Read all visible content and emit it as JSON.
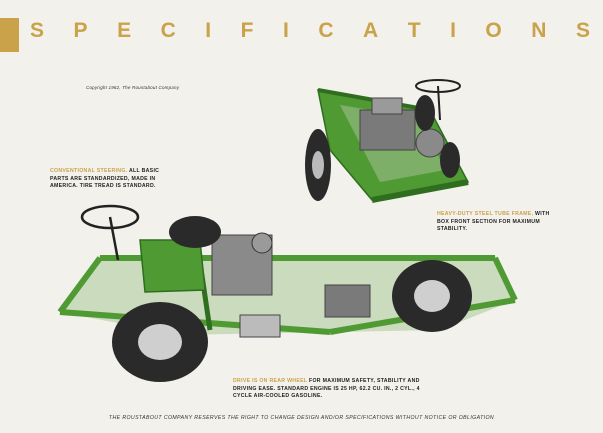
{
  "heading": {
    "letters": [
      "S",
      "P",
      "E",
      "C",
      "I",
      "F",
      "I",
      "C",
      "A",
      "T",
      "I",
      "O",
      "N",
      "S"
    ],
    "color": "#c9a24a"
  },
  "copyright": "Copyright 1962, The Roustabout Company",
  "captions": {
    "steering": {
      "lead": "CONVENTIONAL STEERING.",
      "body": " ALL BASIC PARTS ARE STANDARDIZED, MADE IN AMERICA. TIRE TREAD IS STANDARD."
    },
    "frame": {
      "lead": "HEAVY-DUTY STEEL TUBE FRAME,",
      "body": " WITH BOX FRONT SECTION FOR MAXIMUM STABILITY."
    },
    "drive": {
      "lead": "DRIVE IS ON REAR WHEEL",
      "body": " FOR MAXIMUM SAFETY, STABILITY AND DRIVING EASE. STANDARD ENGINE IS 25 HP, 62.2 CU. IN., 2 CYL., 4 CYCLE AIR-COOLED GASOLINE."
    }
  },
  "footer": "THE ROUSTABOUT COMPANY RESERVES THE RIGHT TO CHANGE DESIGN AND/OR SPECIFICATIONS WITHOUT NOTICE OR OBLIGATION",
  "colors": {
    "frame_green": "#4f9a33",
    "frame_dark": "#2f6e1f",
    "tire": "#2a2a2a",
    "engine": "#8a8a8a"
  },
  "illustrations": [
    "chassis-small-view",
    "chassis-large-view"
  ]
}
